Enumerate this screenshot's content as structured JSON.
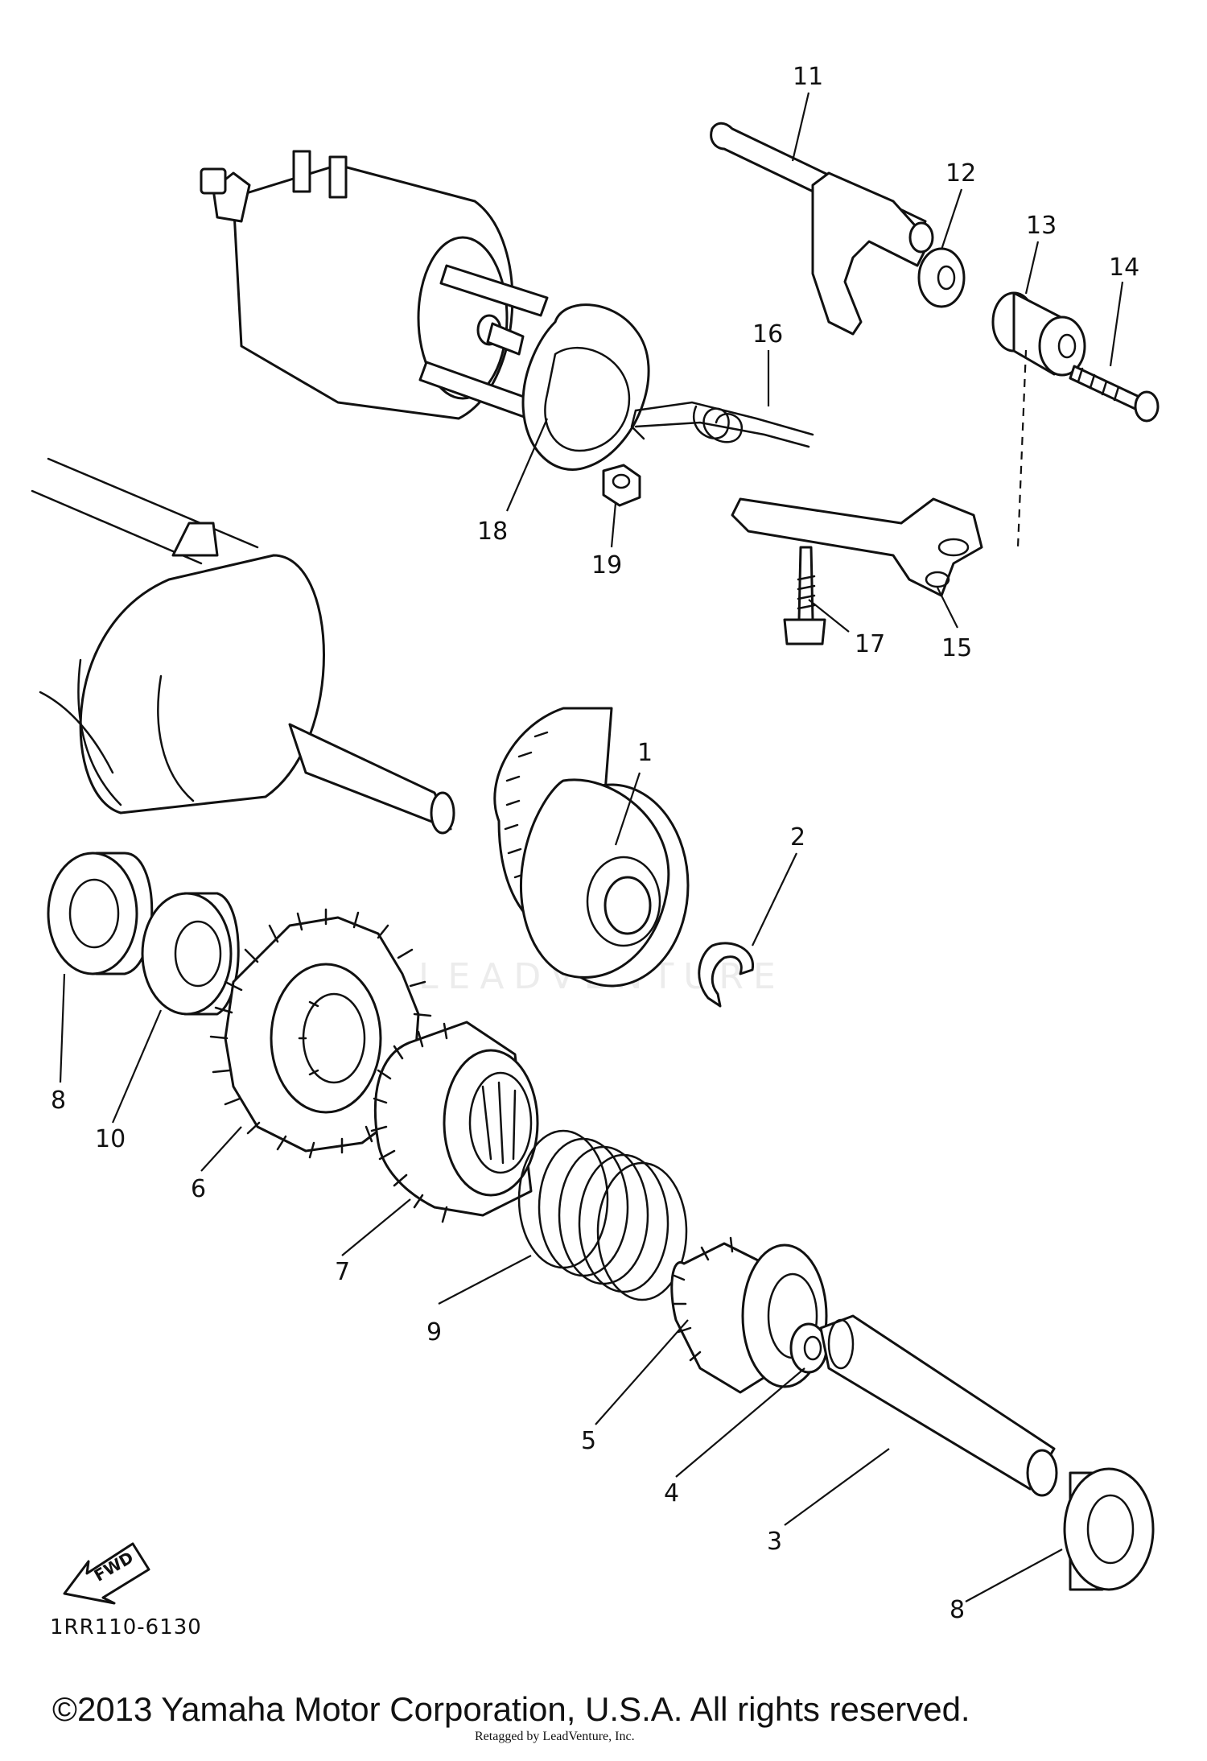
{
  "diagram_code": "1RR110-6130",
  "copyright": "©2013 Yamaha Motor Corporation, U.S.A. All rights reserved.",
  "overlay_text": "Retagged by LeadVenture, Inc.",
  "watermark": "LEADVENTURE",
  "fwd_label": "FWD",
  "callouts": {
    "c1": "1",
    "c2": "2",
    "c3": "3",
    "c4": "4",
    "c5": "5",
    "c6": "6",
    "c7": "7",
    "c8a": "8",
    "c8b": "8",
    "c9": "9",
    "c10": "10",
    "c11": "11",
    "c12": "12",
    "c13": "13",
    "c14": "14",
    "c15": "15",
    "c16": "16",
    "c17": "17",
    "c18": "18",
    "c19": "19"
  }
}
